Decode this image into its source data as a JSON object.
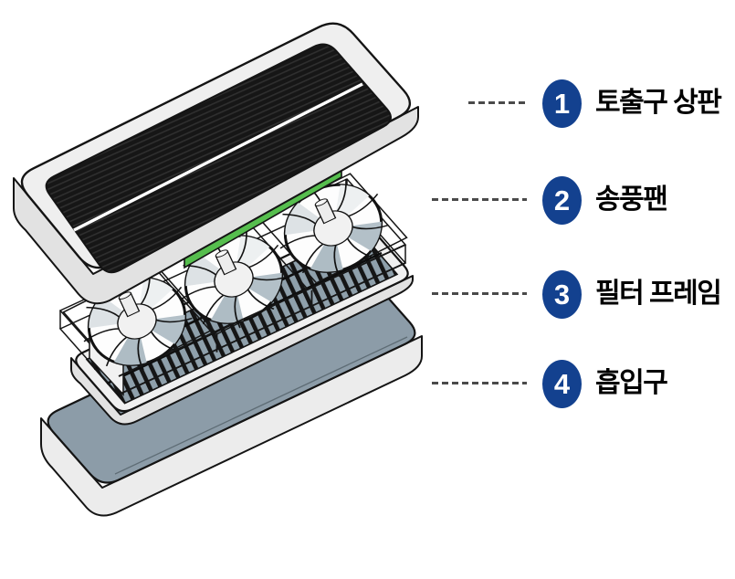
{
  "legend": {
    "items": [
      {
        "number": "1",
        "label": "토출구 상판"
      },
      {
        "number": "2",
        "label": "송풍팬"
      },
      {
        "number": "3",
        "label": "필터 프레임"
      },
      {
        "number": "4",
        "label": "흡입구"
      }
    ]
  },
  "diagram": {
    "parts": [
      "토출구 상판",
      "송풍팬",
      "필터 프레임",
      "흡입구"
    ],
    "colors": {
      "badge_blue": "#13418F",
      "dash_gray": "#4A4A4A",
      "highlight_green": "#56BE4E",
      "grille_mesh_black": "#161616",
      "body_gray": "#EFEFEF",
      "tray_gray_blue": "#8C9CA8",
      "filter_lattice_blue_gray": "#8FA0AB",
      "outline_black": "#141414"
    }
  }
}
